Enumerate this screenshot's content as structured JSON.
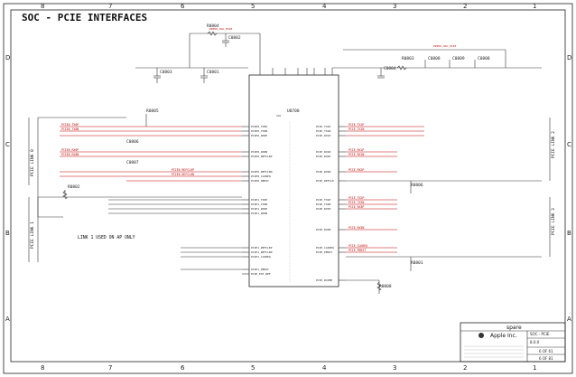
{
  "title": "SOC - PCIE INTERFACES",
  "frame": {
    "cols": [
      "8",
      "7",
      "6",
      "5",
      "4",
      "3",
      "2",
      "1"
    ],
    "rows": [
      "D",
      "C",
      "B",
      "A"
    ]
  },
  "chip": {
    "ref": "U0700",
    "left_pins_top": [
      "PCIE0_TX0P",
      "PCIE0_TX0N",
      "PCIE0_RX0P",
      "PCIE0_RX0N",
      "PCIE0_REFCLKP",
      "PCIE0_REFCLKN",
      "PCIE0_CLKREQ",
      "PCIE0_PERST"
    ],
    "left_pins_bot": [
      "PCIE1_TX0P",
      "PCIE1_TX0N",
      "PCIE1_RX0P",
      "PCIE1_RX0N",
      "PCIE1_REFCLKP",
      "PCIE1_REFCLKN",
      "PCIE1_CLKREQ",
      "PCIE1_PERST",
      "PCIE_EXT_REF"
    ],
    "right_pins_top": [
      "PCIE_TX1P",
      "PCIE_TX1N",
      "PCIE_RX1P",
      "PCIE_RX1N",
      "PCIE_RX2P",
      "PCIE_RX2N",
      "PCIE_REFCLK"
    ],
    "right_pins_bot": [
      "PCIE_TX2P",
      "PCIE_TX2N",
      "PCIE_RX3P",
      "PCIE_RX3N",
      "PCIE_CLKREQ",
      "PCIE_PERST",
      "PCIE_RCOMP"
    ],
    "top_pins": [
      "VDD_PCIE",
      "VDD_PCIE",
      "VDD_PCIE",
      "VDD_PCIE",
      "VDD_PCIE",
      "VDD_PCIE",
      "VDD_PCIE",
      "VDD_PCIE"
    ]
  },
  "refs": {
    "r_top": "R0804",
    "c_top": "C0802",
    "c_left1": "C0803",
    "c_left2": "C0801",
    "r_right": "R0803",
    "c_r1": "C0804",
    "c_r2": "C0808",
    "c_r3": "C0809",
    "c_r4": "C0808",
    "r_mid": "R0805",
    "r_left": "R0802",
    "r_low": "R0806",
    "r_bot": "R0808",
    "r_mid2": "R0801"
  },
  "side_labels": {
    "left_top": "PCIE LINK 0",
    "left_bot": "PCIE LINK 1",
    "right_top": "PCIE LINK 2",
    "right_bot": "PCIE LINK 3"
  },
  "note": "LINK 1 USED ON AP ONLY",
  "title_block": {
    "company": "Apple Inc.",
    "page_title": "SOC - PCIE",
    "spare": "spare",
    "sheet": "6 OF 61",
    "sheet2": "6 OF 81",
    "rev": "8.0.0"
  }
}
